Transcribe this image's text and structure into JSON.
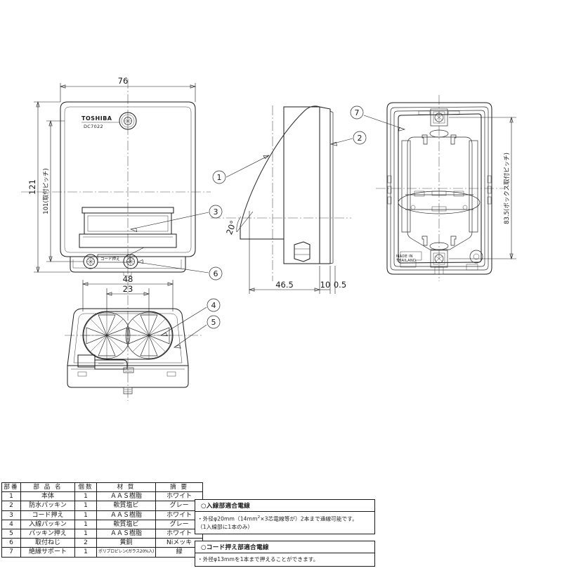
{
  "drawing": {
    "brand": "TOSHIBA",
    "model": "DC7022",
    "origin_line1": "MADE IN",
    "origin_line2": "THAILAND",
    "cord_press_tag": "コード押え",
    "dimensions": {
      "front_width": "76",
      "front_height": "121",
      "mount_pitch": "101(取付ピッチ)",
      "bottom_width_outer": "48",
      "bottom_width_inner": "23",
      "side_depth": "46.5",
      "side_flange": "10",
      "side_lip": "0.5",
      "angle": "20°",
      "box_pitch": "83.5(ボックス取付ピッチ)"
    },
    "balloons": [
      "1",
      "2",
      "3",
      "4",
      "5",
      "6",
      "7"
    ]
  },
  "parts_table": {
    "headers": [
      "部番",
      "部 品 名",
      "個数",
      "材 質",
      "摘 要"
    ],
    "rows": [
      {
        "no": "1",
        "name": "本体",
        "qty": "1",
        "material": "ＡＡＳ樹脂",
        "remark": "ホワイト"
      },
      {
        "no": "2",
        "name": "防水パッキン",
        "qty": "1",
        "material": "軟質塩ビ",
        "remark": "グレー"
      },
      {
        "no": "3",
        "name": "コード押え",
        "qty": "1",
        "material": "ＡＡＳ樹脂",
        "remark": "ホワイト"
      },
      {
        "no": "4",
        "name": "入線パッキン",
        "qty": "1",
        "material": "軟質塩ビ",
        "remark": "グレー"
      },
      {
        "no": "5",
        "name": "パッキン押え",
        "qty": "1",
        "material": "ＡＡＳ樹脂",
        "remark": "ホワイト"
      },
      {
        "no": "6",
        "name": "取付ねじ",
        "qty": "2",
        "material": "黄銅",
        "remark": "Niメッキ"
      },
      {
        "no": "7",
        "name": "絶縁サポート",
        "qty": "1",
        "material": "ポリプロピレン(ガラス20%入)",
        "remark": "緑"
      }
    ]
  },
  "notes": [
    {
      "title": "○入線部適合電線",
      "line1_pre": "・外径φ20mm（14mm",
      "line1_sup": "2",
      "line1_post": "×3芯電線等が）2本まで通線可能です。",
      "line2": "（1入線部に1本のみ）"
    },
    {
      "title": "○コード押え部適合電線",
      "line1_pre": "・外径φ13mmを1本まで押えることができます。",
      "line1_sup": "",
      "line1_post": "",
      "line2": ""
    }
  ]
}
